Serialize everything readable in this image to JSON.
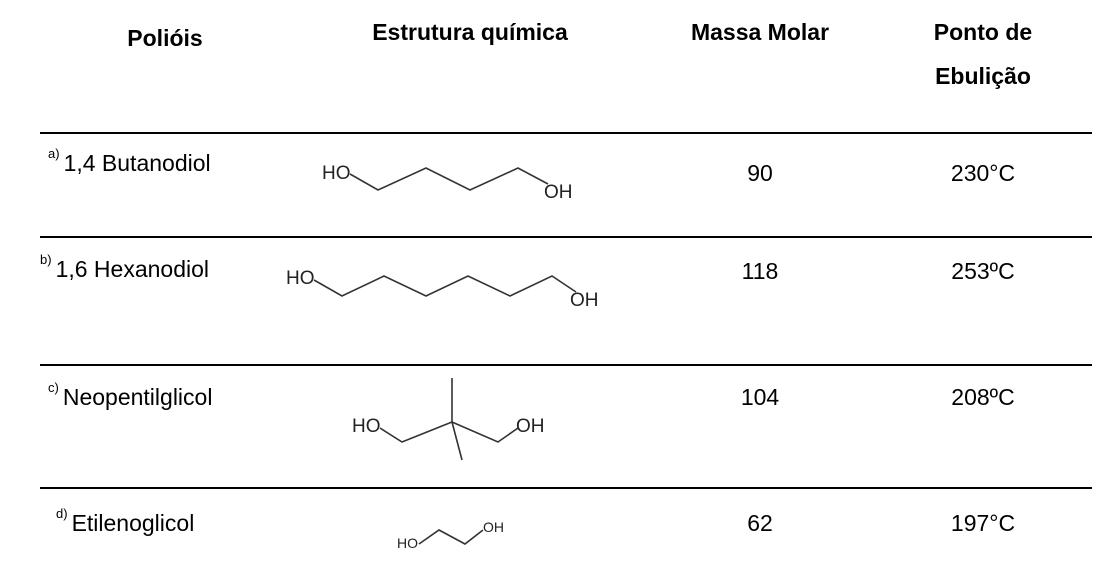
{
  "headers": {
    "polyols": "Polióis",
    "structure": "Estrutura química",
    "molar_mass": "Massa Molar",
    "boiling_line1": "Ponto de",
    "boiling_line2": "Ebulição"
  },
  "rows": [
    {
      "label": "a)",
      "name": "1,4 Butanodiol",
      "mass": "90",
      "boiling": "230°C",
      "ho": "HO",
      "oh": "OH"
    },
    {
      "label": "b)",
      "name": "1,6 Hexanodiol",
      "mass": "118",
      "boiling": "253ºC",
      "ho": "HO",
      "oh": "OH"
    },
    {
      "label": "c)",
      "name": "Neopentilglicol",
      "mass": "104",
      "boiling": "208ºC",
      "ho": "HO",
      "oh": "OH"
    },
    {
      "label": "d)",
      "name": "Etilenoglicol",
      "mass": "62",
      "boiling": "197°C",
      "ho": "HO",
      "oh": "OH"
    }
  ]
}
